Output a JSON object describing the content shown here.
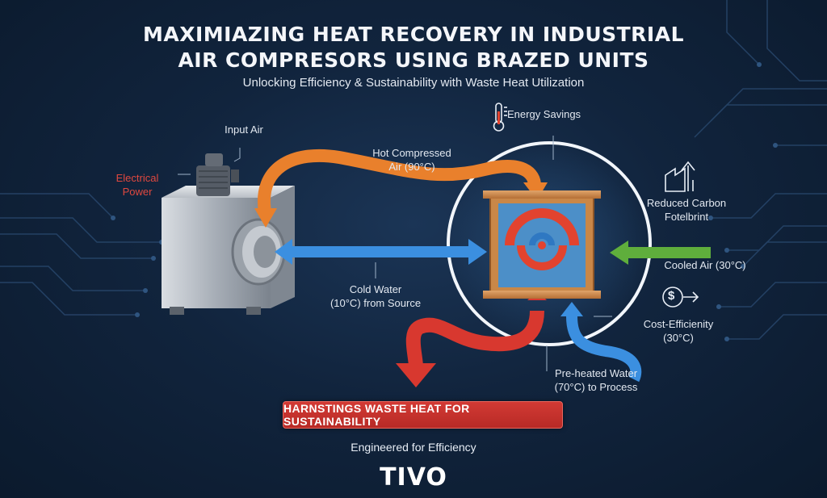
{
  "title": {
    "line1": "MAXIMIAZING HEAT RECOVERY IN INDUSTRIAL",
    "line2": "AIR COMPRESORS USING BRAZED UNITS",
    "subtitle": "Unlocking Efficiency & Sustainability with Waste Heat Utilization"
  },
  "labels": {
    "input_air": "Input Air",
    "electrical_power_line1": "Electrical",
    "electrical_power_line2": "Power",
    "hot_air_line1": "Hot Compressed",
    "hot_air_line2": "Air (90°C)",
    "energy_savings": "Energy Savings",
    "reduced_carbon_line1": "Reduced Carbon",
    "reduced_carbon_line2": "Fotelbrint",
    "cooled_air": "Cooled Air (30°C)",
    "cold_water_line1": "Cold Water",
    "cold_water_line2": "(10°C) from Source",
    "cost_eff_line1": "Cost-Efficienity",
    "cost_eff_line2": "(30°C)",
    "preheated_line1": "Pre-heated Water",
    "preheated_line2": "(70°C) to Process"
  },
  "banner": "HARNSTINGS WASTE HEAT FOR SUSTAINABILITY",
  "tagline": "Engineered for Efficiency",
  "logo": "TIVO",
  "colors": {
    "hot_air": "#e9802c",
    "cold_water": "#3b8fe0",
    "cooled_air": "#5fae3c",
    "hot_water": "#d8382f",
    "background": "#11243d"
  },
  "icons": [
    "thermometer-icon",
    "factory-arrow-icon",
    "dollar-arrow-icon"
  ]
}
